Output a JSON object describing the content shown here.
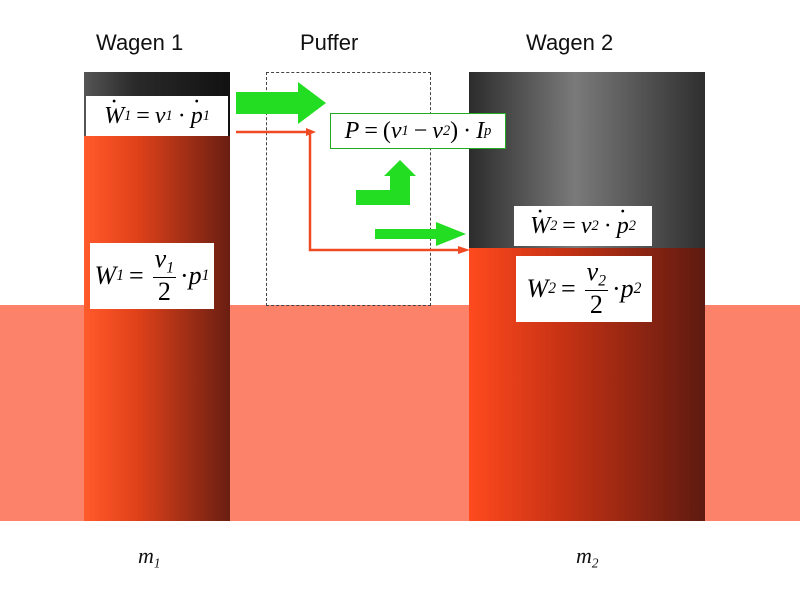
{
  "labels": {
    "wagen1": "Wagen 1",
    "puffer": "Puffer",
    "wagen2": "Wagen 2"
  },
  "masses": {
    "m1_base": "m",
    "m1_sub": "1",
    "m2_base": "m",
    "m2_sub": "2"
  },
  "formulas": {
    "w1dot": {
      "lhs": "W",
      "sub": "1",
      "v": "v",
      "vsub": "1",
      "p": "p",
      "psub": "1"
    },
    "w1": {
      "lhs": "W",
      "sub": "1",
      "num": "v",
      "numsub": "1",
      "den": "2",
      "p": "p",
      "psub": "1"
    },
    "power": {
      "lhs": "P",
      "v1": "v",
      "v1sub": "1",
      "v2": "v",
      "v2sub": "2",
      "i": "I",
      "isub": "p"
    },
    "w2dot": {
      "lhs": "W",
      "sub": "2",
      "v": "v",
      "vsub": "2",
      "p": "p",
      "psub": "2"
    },
    "w2": {
      "lhs": "W",
      "sub": "2",
      "num": "v",
      "numsub": "2",
      "den": "2",
      "p": "p",
      "psub": "2"
    }
  },
  "colors": {
    "band": "#fc8369",
    "arrow_green": "#22dd22",
    "arrow_red": "#f04a25",
    "formula_border_power": "#22aa22"
  }
}
